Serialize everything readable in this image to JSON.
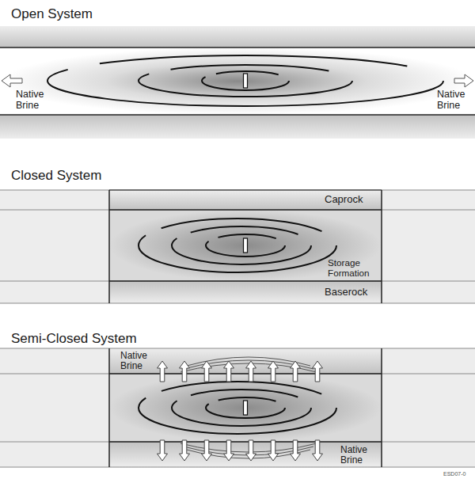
{
  "diagram": {
    "nodes": [
      {
        "text": [
          "Caprock"
        ]
      },
      {
        "text": [
          "Storage Formation"
        ]
      },
      {
        "text": [
          "Baserock"
        ]
      }
    ],
    "labels": [
      "Open System",
      "Native Brine",
      "Native Brine",
      "Closed System",
      "Semi-Closed System",
      "Native Brine",
      "Native Brine",
      "ESD07-0"
    ]
  }
}
